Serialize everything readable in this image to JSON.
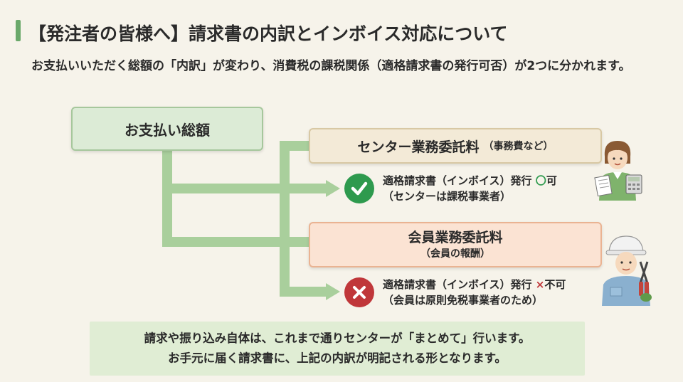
{
  "header": {
    "title": "【発注者の皆様へ】請求書の内訳とインボイス対応について",
    "intro": "お支払いいただく総額の「内訳」が変わり、消費税の課税関係（適格請求書の発行可否）が2つに分かれます。"
  },
  "diagram": {
    "total": {
      "label": "お支払い総額"
    },
    "center_fee": {
      "label": "センター業務委託料",
      "note": "（事務費など）",
      "result_prefix": "適格請求書（インボイス）発行",
      "result_mark": "〇",
      "result_word": "可",
      "result_note": "（センターは課税事業者）"
    },
    "member_fee": {
      "label": "会員業務委託料",
      "note": "（会員の報酬）",
      "result_prefix": "適格請求書（インボイス）発行",
      "result_mark": "×",
      "result_word": "不可",
      "result_note": "（会員は原則免税事業者のため）"
    }
  },
  "footer": {
    "line1": "請求や振り込み自体は、これまで通りセンターが「まとめて」行います。",
    "line2": "お手元に届く請求書に、上記の内訳が明記される形となります。"
  },
  "colors": {
    "connector": "#a9cf9c",
    "ok": "#2e9a4e",
    "ng": "#c0373a",
    "accent": "#6aa86a"
  },
  "icons": {
    "ok": "check-icon",
    "ng": "cross-icon",
    "woman": "office-woman-illustration",
    "worker": "gardener-worker-illustration"
  }
}
